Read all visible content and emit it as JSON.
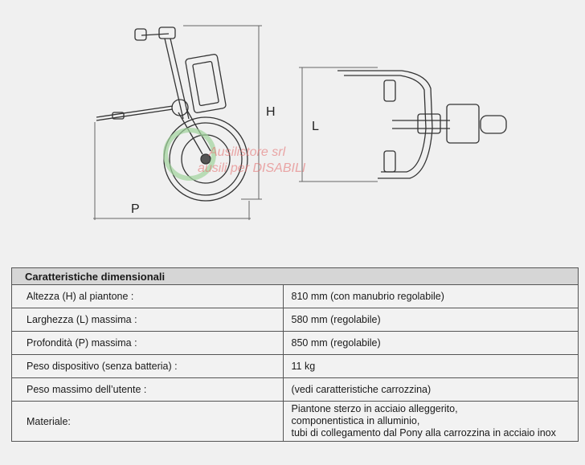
{
  "drawing": {
    "label_h": "H",
    "label_l": "L",
    "label_p": "P",
    "watermark_line1": "Ausilistore srl",
    "watermark_line2": "ausili per DISABILI"
  },
  "table": {
    "header": "Caratteristiche dimensionali",
    "rows": [
      {
        "label": "Altezza (H) al piantone :",
        "value": "810 mm (con manubrio regolabile)"
      },
      {
        "label": "Larghezza (L) massima :",
        "value": "580 mm (regolabile)"
      },
      {
        "label": "Profondità (P) massima :",
        "value": "850 mm (regolabile)"
      },
      {
        "label": "Peso dispositivo (senza batteria) :",
        "value": "11 kg"
      },
      {
        "label": "Peso massimo dell’utente :",
        "value": "(vedi caratteristiche carrozzina)"
      }
    ],
    "material": {
      "label": "Materiale:",
      "lines": [
        "Piantone sterzo in acciaio alleggerito,",
        "componentistica in alluminio,",
        "tubi di collegamento dal Pony alla carrozzina in acciaio inox"
      ]
    }
  },
  "colors": {
    "watermark": "#e57373",
    "header_bg": "#d6d6d6",
    "line": "#333333"
  }
}
